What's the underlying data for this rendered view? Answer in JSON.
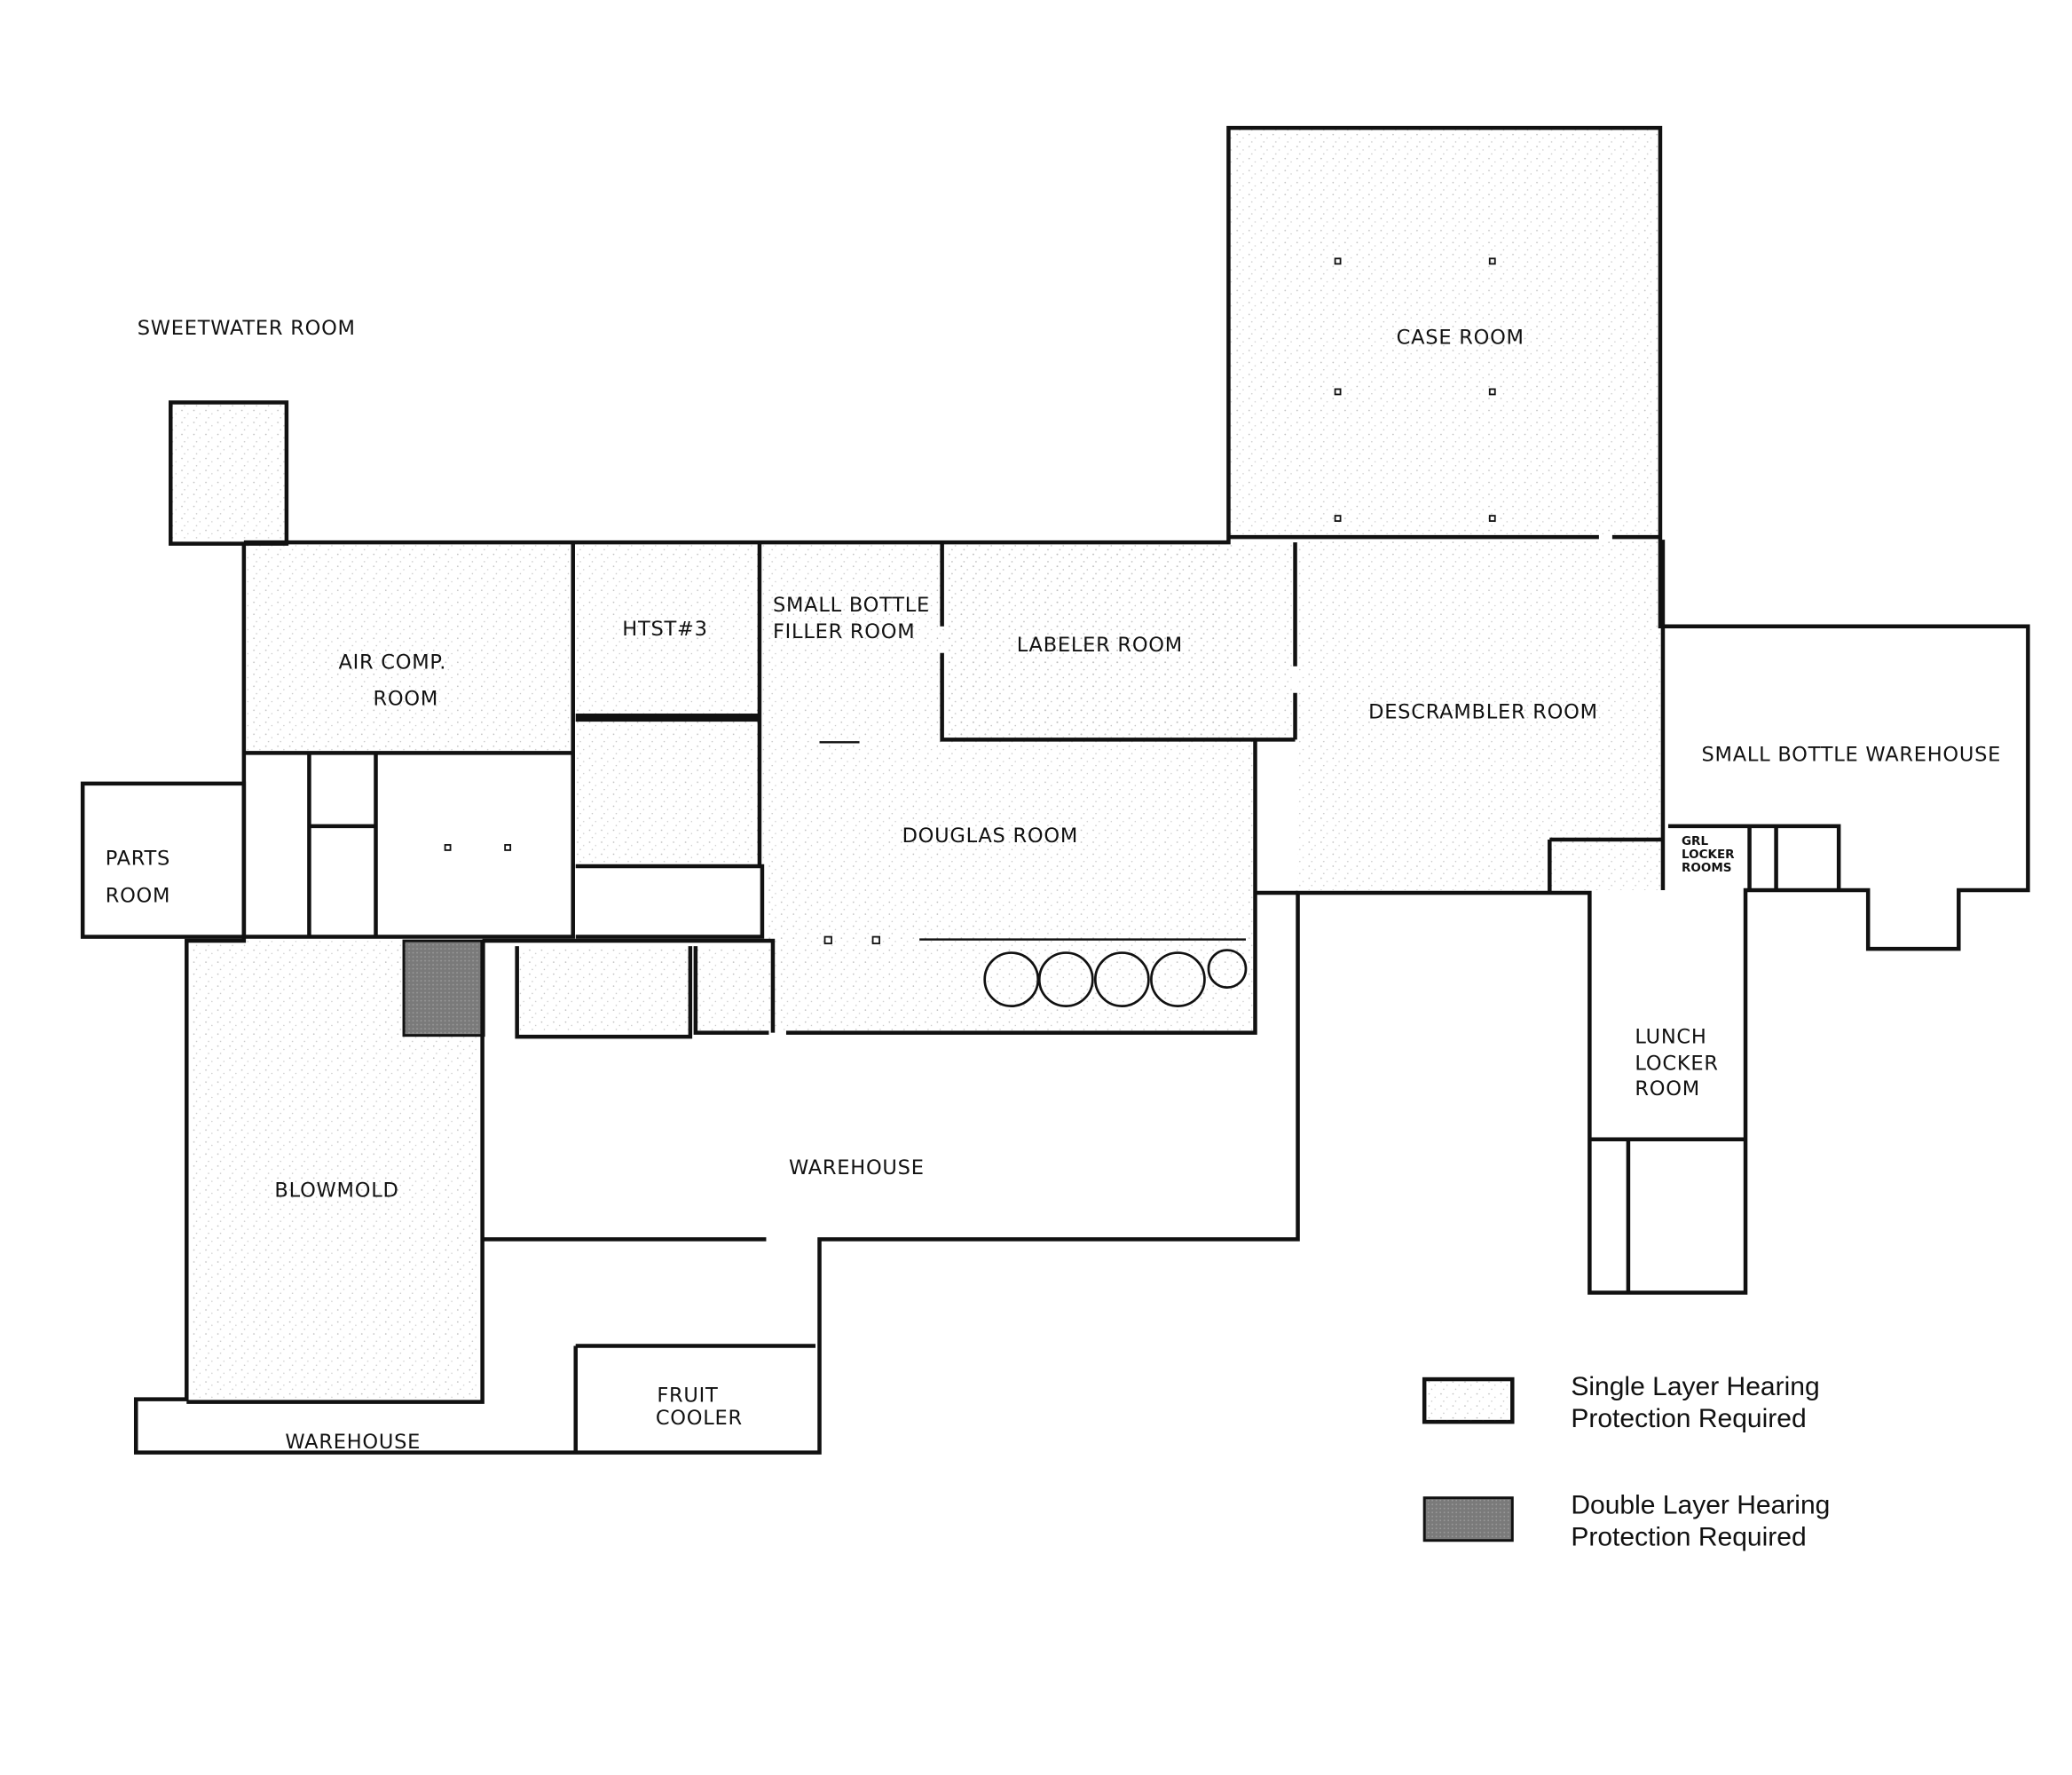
{
  "rooms": {
    "sweetwater": "SWEETWATER  ROOM",
    "case": "CASE  ROOM",
    "air_comp_1": "AIR  COMP.",
    "air_comp_2": "ROOM",
    "htst": "HTST#3",
    "small_bottle_filler_1": "SMALL  BOTTLE",
    "small_bottle_filler_2": "FILLER  ROOM",
    "labeler": "LABELER  ROOM",
    "descrambler": "DESCRAMBLER  ROOM",
    "small_bottle_warehouse": "SMALL  BOTTLE  WAREHOUSE",
    "parts_1": "PARTS",
    "parts_2": "ROOM",
    "douglas": "DOUGLAS  ROOM",
    "girl_locker_1": "GRL",
    "girl_locker_2": "LOCKER",
    "girl_locker_3": "ROOMS",
    "lunch_1": "LUNCH",
    "lunch_2": "LOCKER",
    "lunch_3": "ROOM",
    "blowmold": "BLOWMOLD",
    "warehouse": "WAREHOUSE",
    "fruit_cooler_1": "FRUIT",
    "fruit_cooler_2": "COOLER",
    "warehouse_lower": "WAREHOUSE"
  },
  "legend": {
    "single_1": "Single Layer Hearing",
    "single_2": "Protection Required",
    "double_1": "Double Layer Hearing",
    "double_2": "Protection Required"
  },
  "colors": {
    "double_layer": "#7a7a7a",
    "stipple": "#bdbdbd"
  }
}
